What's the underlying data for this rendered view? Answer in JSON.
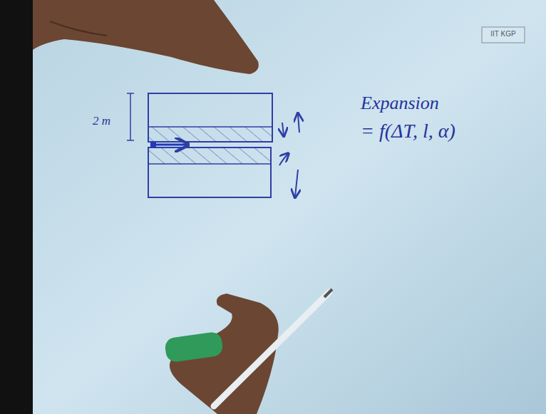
{
  "diagram": {
    "labels": [
      "2 m",
      "Expansion",
      "= f(ΔT, l, α)",
      "IIT KGP"
    ]
  }
}
